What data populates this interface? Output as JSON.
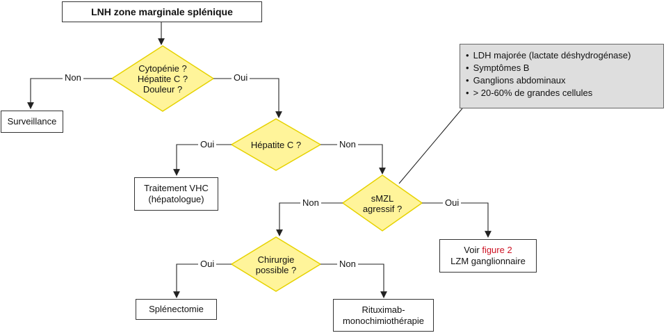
{
  "title": "LNH zone marginale splénique",
  "decisions": {
    "d1": [
      "Cytopénie ?",
      "Hépatite C ?",
      "Douleur ?"
    ],
    "d2": [
      "Hépatite C ?"
    ],
    "d3": [
      "sMZL",
      "agressif ?"
    ],
    "d4": [
      "Chirurgie",
      "possible ?"
    ]
  },
  "labels": {
    "d1_no": "Non",
    "d1_yes": "Oui",
    "d2_yes": "Oui",
    "d2_no": "Non",
    "d3_no": "Non",
    "d3_yes": "Oui",
    "d4_yes": "Oui",
    "d4_no": "Non"
  },
  "outcomes": {
    "surveillance": "Surveillance",
    "vhc_line1": "Traitement VHC",
    "vhc_line2": "(hépatologue)",
    "voir": "Voir",
    "figure_ref": "figure 2",
    "lzm": "LZM ganglionnaire",
    "splenectomie": "Splénectomie",
    "ritux_line1": "Rituximab-",
    "ritux_line2": "monochimiothérapie"
  },
  "note_items": [
    "LDH majorée (lactate déshydrogénase)",
    "Symptômes B",
    "Ganglions abdominaux",
    "> 20-60% de grandes cellules"
  ],
  "colors": {
    "diamond_fill": "#fff49a",
    "diamond_stroke": "#e6d200",
    "note_fill": "#dedede",
    "link": "#cc1122"
  }
}
